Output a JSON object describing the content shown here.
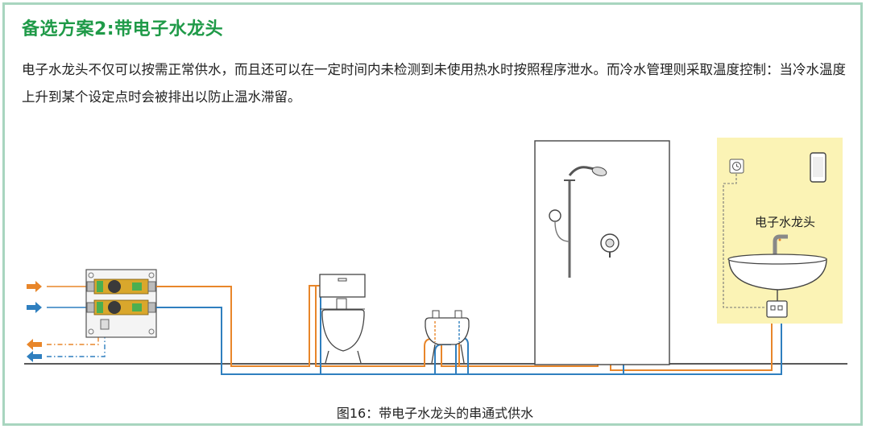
{
  "title": "备选方案2:带电子水龙头",
  "paragraph": "电子水龙头不仅可以按需正常供水，而且还可以在一定时间内未检测到未使用热水时按照程序泄水。而冷水管理则采取温度控制：当冷水温度上升到某个设定点时会被排出以防止温水滞留。",
  "diagram": {
    "faucet_label": "电子水龙头",
    "caption": "图16：带电子水龙头的串通式供水"
  },
  "colors": {
    "title_green": "#1f9a48",
    "frame_green": "#a8d5bf",
    "hot_pipe": "#e8862a",
    "cold_pipe": "#2f7fbf",
    "sink_area": "#fbf3b5"
  },
  "icons": [
    "hot-inlet-arrow-icon",
    "cold-inlet-arrow-icon",
    "hot-return-arrow-icon",
    "cold-return-arrow-icon",
    "clock-icon",
    "smartphone-icon",
    "shower-head-icon",
    "shower-valve-icon",
    "toilet-icon",
    "bidet-icon",
    "washbasin-icon",
    "electronic-faucet-icon"
  ]
}
